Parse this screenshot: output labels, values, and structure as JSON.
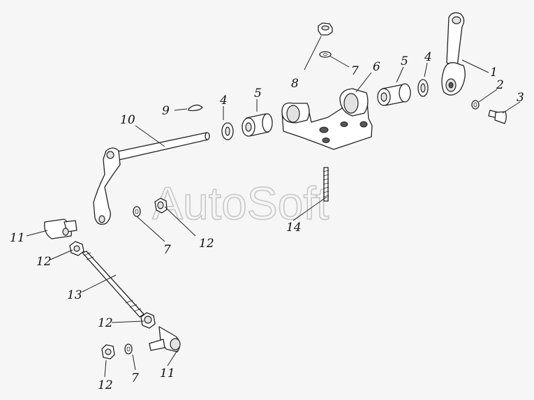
{
  "watermark": "AutoSoft",
  "callouts": {
    "c1": "1",
    "c2": "2",
    "c3": "3",
    "c4a": "4",
    "c4b": "4",
    "c5a": "5",
    "c5b": "5",
    "c6": "6",
    "c7a": "7",
    "c7b": "7",
    "c7c": "7",
    "c8": "8",
    "c9": "9",
    "c10": "10",
    "c11a": "11",
    "c11b": "11",
    "c12a": "12",
    "c12b": "12",
    "c12c": "12",
    "c12d": "12",
    "c13": "13",
    "c14": "14"
  },
  "colors": {
    "background": "#f6f6f6",
    "line": "#222222",
    "watermark": "#c7c7c7"
  }
}
